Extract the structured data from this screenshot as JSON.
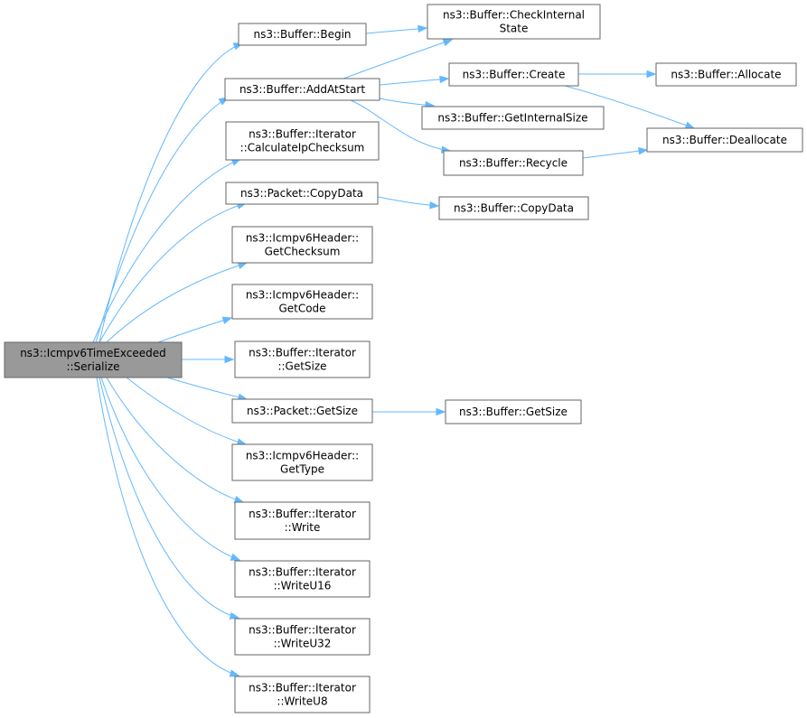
{
  "nodes": [
    {
      "id": "root",
      "lines": [
        "ns3::Icmpv6TimeExceeded",
        "::Serialize"
      ],
      "root": true
    },
    {
      "id": "begin",
      "lines": [
        "ns3::Buffer::Begin"
      ]
    },
    {
      "id": "addAtStart",
      "lines": [
        "ns3::Buffer::AddAtStart"
      ]
    },
    {
      "id": "calcIp",
      "lines": [
        "ns3::Buffer::Iterator",
        "::CalculateIpChecksum"
      ]
    },
    {
      "id": "pktCopyData",
      "lines": [
        "ns3::Packet::CopyData"
      ]
    },
    {
      "id": "getChecksum",
      "lines": [
        "ns3::Icmpv6Header::",
        "GetChecksum"
      ]
    },
    {
      "id": "getCode",
      "lines": [
        "ns3::Icmpv6Header::",
        "GetCode"
      ]
    },
    {
      "id": "iterGetSize",
      "lines": [
        "ns3::Buffer::Iterator",
        "::GetSize"
      ]
    },
    {
      "id": "pktGetSize",
      "lines": [
        "ns3::Packet::GetSize"
      ]
    },
    {
      "id": "getType",
      "lines": [
        "ns3::Icmpv6Header::",
        "GetType"
      ]
    },
    {
      "id": "write",
      "lines": [
        "ns3::Buffer::Iterator",
        "::Write"
      ]
    },
    {
      "id": "writeU16",
      "lines": [
        "ns3::Buffer::Iterator",
        "::WriteU16"
      ]
    },
    {
      "id": "writeU32",
      "lines": [
        "ns3::Buffer::Iterator",
        "::WriteU32"
      ]
    },
    {
      "id": "writeU8",
      "lines": [
        "ns3::Buffer::Iterator",
        "::WriteU8"
      ]
    },
    {
      "id": "checkInternal",
      "lines": [
        "ns3::Buffer::CheckInternal",
        "State"
      ]
    },
    {
      "id": "create",
      "lines": [
        "ns3::Buffer::Create"
      ]
    },
    {
      "id": "getInternalSize",
      "lines": [
        "ns3::Buffer::GetInternalSize"
      ]
    },
    {
      "id": "recycle",
      "lines": [
        "ns3::Buffer::Recycle"
      ]
    },
    {
      "id": "bufCopyData",
      "lines": [
        "ns3::Buffer::CopyData"
      ]
    },
    {
      "id": "bufGetSize",
      "lines": [
        "ns3::Buffer::GetSize"
      ]
    },
    {
      "id": "allocate",
      "lines": [
        "ns3::Buffer::Allocate"
      ]
    },
    {
      "id": "deallocate",
      "lines": [
        "ns3::Buffer::Deallocate"
      ]
    }
  ],
  "edges": [
    {
      "from": "root",
      "to": "begin"
    },
    {
      "from": "root",
      "to": "addAtStart"
    },
    {
      "from": "root",
      "to": "calcIp"
    },
    {
      "from": "root",
      "to": "pktCopyData"
    },
    {
      "from": "root",
      "to": "getChecksum"
    },
    {
      "from": "root",
      "to": "getCode"
    },
    {
      "from": "root",
      "to": "iterGetSize"
    },
    {
      "from": "root",
      "to": "pktGetSize"
    },
    {
      "from": "root",
      "to": "getType"
    },
    {
      "from": "root",
      "to": "write"
    },
    {
      "from": "root",
      "to": "writeU16"
    },
    {
      "from": "root",
      "to": "writeU32"
    },
    {
      "from": "root",
      "to": "writeU8"
    },
    {
      "from": "begin",
      "to": "checkInternal"
    },
    {
      "from": "addAtStart",
      "to": "checkInternal"
    },
    {
      "from": "addAtStart",
      "to": "create"
    },
    {
      "from": "addAtStart",
      "to": "getInternalSize"
    },
    {
      "from": "addAtStart",
      "to": "recycle"
    },
    {
      "from": "create",
      "to": "allocate"
    },
    {
      "from": "create",
      "to": "deallocate"
    },
    {
      "from": "recycle",
      "to": "deallocate"
    },
    {
      "from": "pktCopyData",
      "to": "bufCopyData"
    },
    {
      "from": "pktGetSize",
      "to": "bufGetSize"
    }
  ],
  "colors": {
    "edge": "#63b8ff",
    "node_border": "#666666",
    "root_fill": "#999999"
  }
}
